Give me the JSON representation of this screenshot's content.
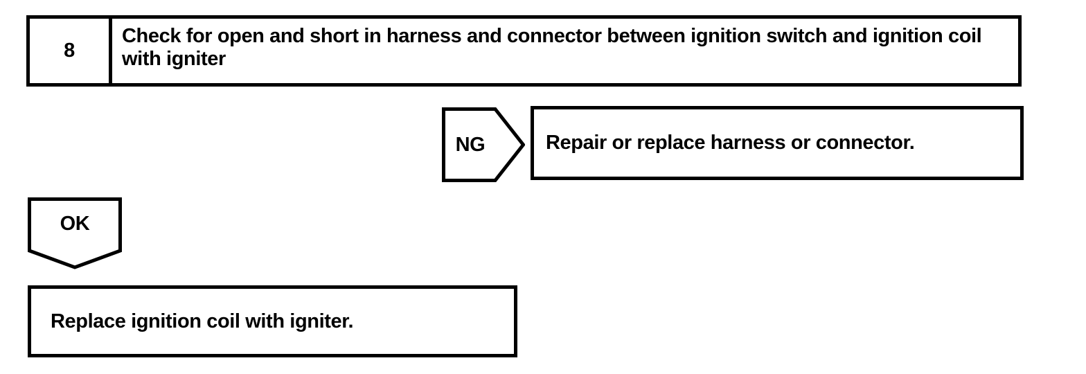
{
  "document": {
    "type": "troubleshooting-flowchart",
    "colors": {
      "ink": "#000000",
      "paper": "#ffffff"
    }
  },
  "step": {
    "number": "8",
    "instruction": "Check for open and short in harness and connector between ignition switch and ignition coil with igniter"
  },
  "ng_branch": {
    "label": "NG",
    "action": "Repair or replace harness or connector."
  },
  "ok_branch": {
    "label": "OK",
    "action": "Replace ignition coil with igniter."
  }
}
